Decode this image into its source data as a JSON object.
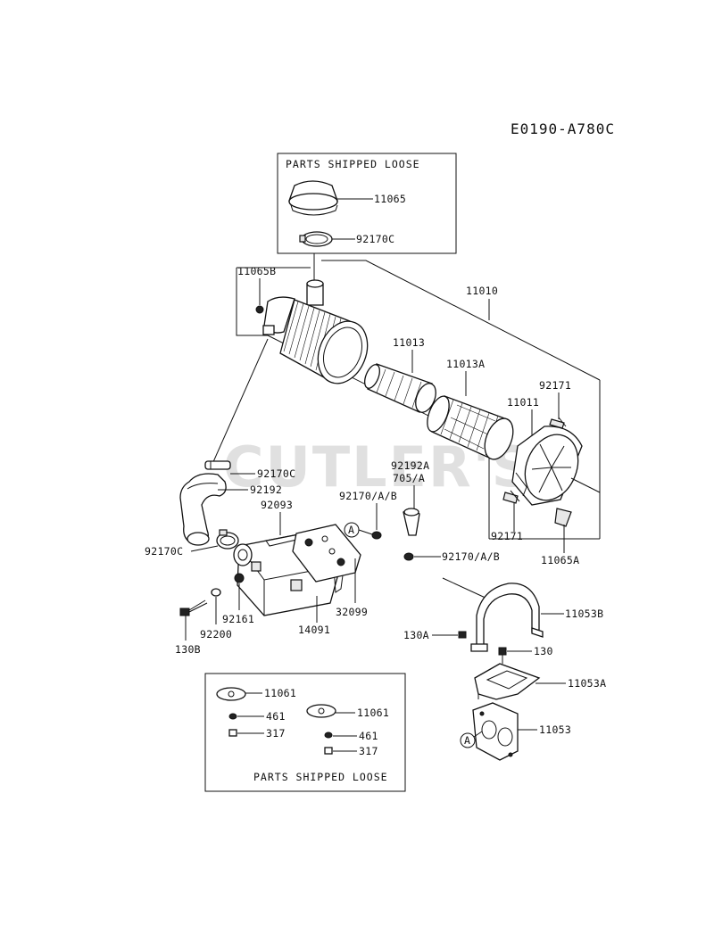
{
  "diagram_id": "E0190-A780C",
  "watermark": "CUTLER'S",
  "boxes": {
    "top_loose": "PARTS SHIPPED LOOSE",
    "bottom_loose": "PARTS SHIPPED LOOSE"
  },
  "parts": {
    "p11065": "11065",
    "p92170C_top": "92170C",
    "p11065B": "11065B",
    "p11010": "11010",
    "p11013": "11013",
    "p11013A": "11013A",
    "p92171_top": "92171",
    "p11011": "11011",
    "p92170C_mid": "92170C",
    "p92192": "92192",
    "p92093": "92093",
    "p92192A": "92192A",
    "p705A": "705/A",
    "p92170AB_1": "92170/A/B",
    "p92170AB_2": "92170/A/B",
    "p92171_bot": "92171",
    "p11065A": "11065A",
    "p92170C_left": "92170C",
    "p92161": "92161",
    "p92200": "92200",
    "p130B": "130B",
    "p14091": "14091",
    "p32099": "32099",
    "p11053B": "11053B",
    "p130A": "130A",
    "p130": "130",
    "p11053A": "11053A",
    "p11053": "11053",
    "p11061_a": "11061",
    "p461_a": "461",
    "p317_a": "317",
    "p11061_b": "11061",
    "p461_b": "461",
    "p317_b": "317"
  },
  "markers": {
    "a_upper": "A",
    "a_lower": "A"
  }
}
